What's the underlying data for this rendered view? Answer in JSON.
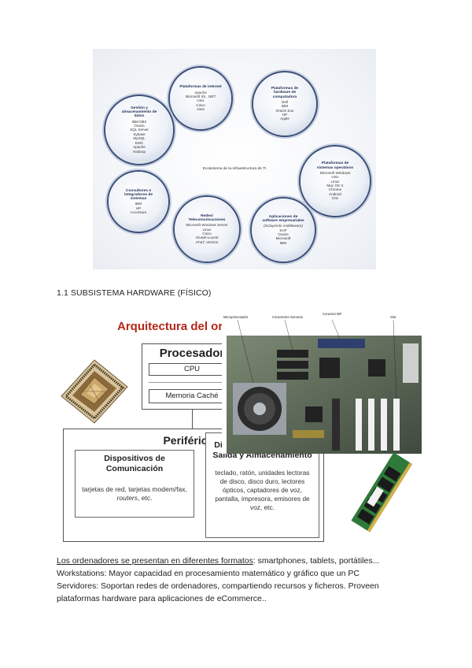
{
  "ecosystem": {
    "center_label": "Ecosistema de la infraestructura de TI",
    "bubbles": [
      {
        "title": "Plataformas de internet",
        "items": [
          "Apache",
          "Microsoft IIS, .NET",
          "Unix",
          "Cisco",
          "Java"
        ]
      },
      {
        "title": "Plataformas de hardware de computadora",
        "items": [
          "Dell",
          "IBM",
          "Oracle Sun",
          "HP",
          "Apple"
        ]
      },
      {
        "title": "Plataformas de sistemas operativos",
        "items": [
          "Microsoft Windows",
          "Unix",
          "Linux",
          "Mac OS X",
          "Chrome",
          "Android",
          "iOS"
        ]
      },
      {
        "title": "Aplicaciones de software empresariales",
        "subtitle": "(incluyendo middleware)",
        "items": [
          "SAP",
          "Oracle",
          "Microsoft",
          "IBM"
        ]
      },
      {
        "title": "Redes/ Telecomunicaciones",
        "items": [
          "Microsoft Windows Server",
          "Linux",
          "Cisco",
          "Alcatel-Lucent",
          "AT&T, Verizon"
        ]
      },
      {
        "title": "Consultores e integradores de sistemas",
        "items": [
          "IBM",
          "HP",
          "Accenture"
        ]
      },
      {
        "title": "Gestión y almacenamiento de datos",
        "items": [
          "IBM DB2",
          "Oracle",
          "SQL Server",
          "Sybase",
          "MySQL",
          "EMC",
          "Apache",
          "Hadoop"
        ]
      }
    ]
  },
  "section_heading": "1.1 SUBSISTEMA HARDWARE (FÍSICO)",
  "architecture": {
    "title": "Arquitectura del ordenador",
    "processor_title": "Procesador",
    "cpu_label": "CPU",
    "cache_label": "Memoria Caché",
    "peripherals_title": "Periféricos:",
    "comm_title": "Dispositivos de Comunicación",
    "comm_text_before": "tarjetas de red, tarjetas modem/fax, ",
    "comm_text_italic": "routers",
    "comm_text_after": ", etc.",
    "io_title": "Dispositivos de Entrada, Salida y Almacenamiento",
    "io_text": "teclado, ratón, unidades lectoras de disco, disco duro, lectores ópticos, captadores de voz, pantalla, impresora, emisores de voz, etc.",
    "board_labels": [
      "Microprocesador",
      "Conectores memoria",
      "Conector BIF",
      "Slot"
    ]
  },
  "paragraph": {
    "line1_underlined": "Los ordenadores se presentan en diferentes formatos",
    "line1_rest": ": smartphones, tablets, portátiles...",
    "line2": "Workstations: Mayor capacidad en procesamiento matemático y gráfico que un PC",
    "line3": "Servidores: Soportan redes de ordenadores, compartiendo recursos y ficheros. Proveen",
    "line4": "plataformas hardware para aplicaciones de eCommerce.."
  }
}
